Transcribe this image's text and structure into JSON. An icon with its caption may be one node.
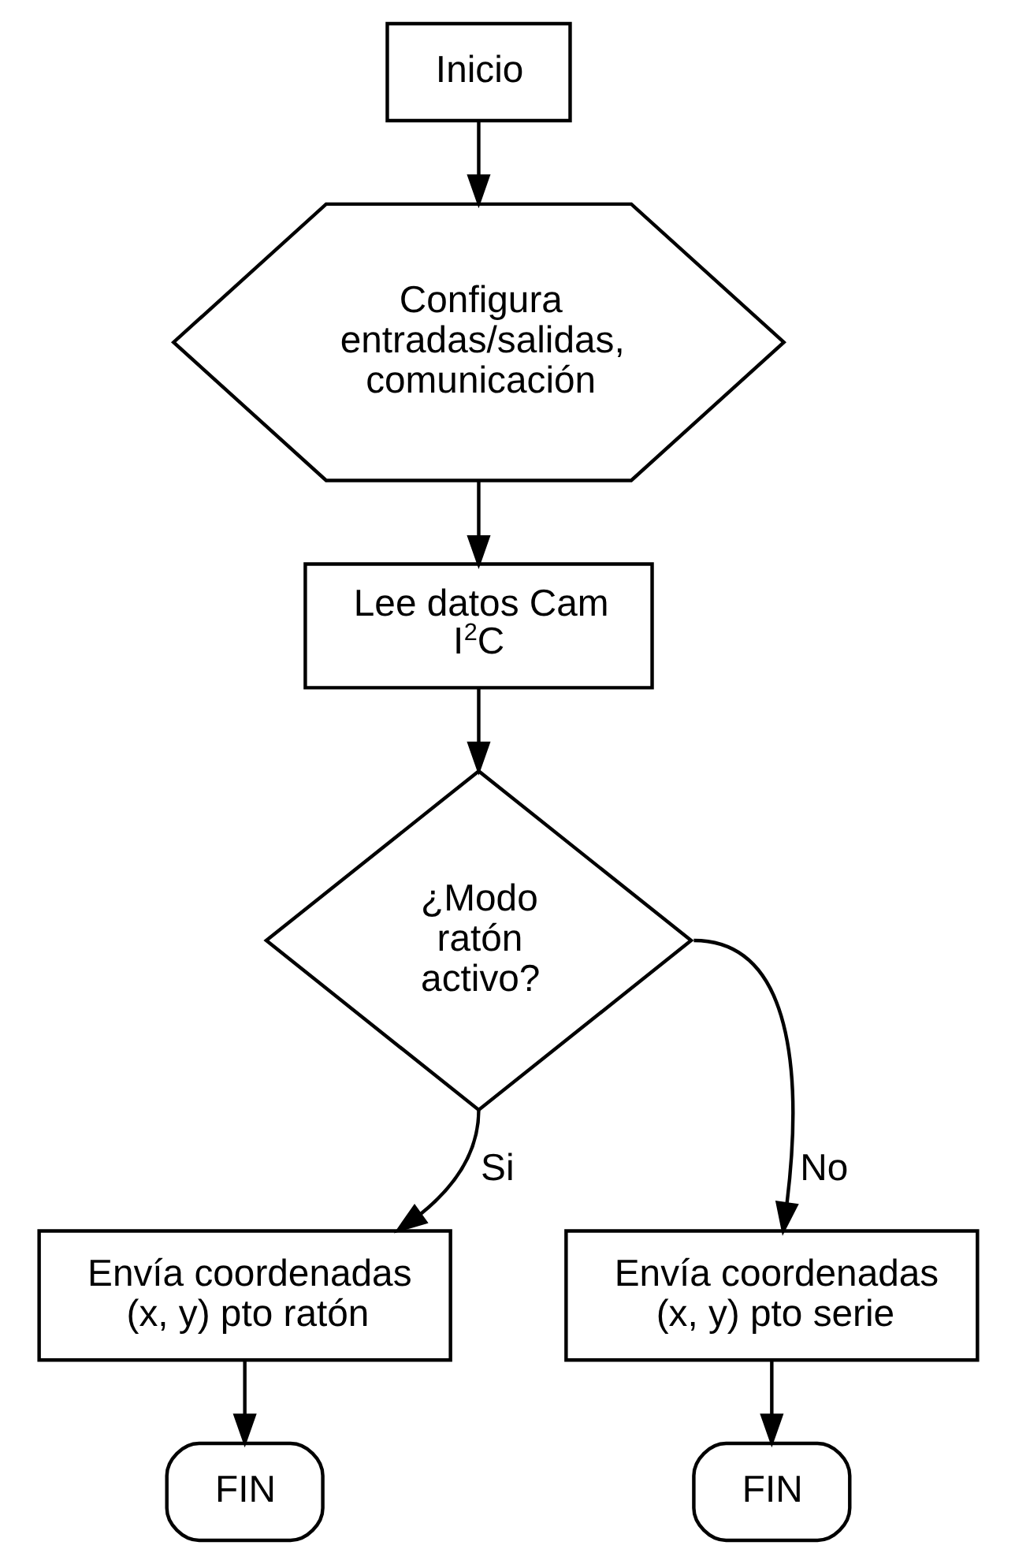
{
  "diagram": {
    "nodes": [
      {
        "text": [
          "Inicio"
        ]
      },
      {
        "text": [
          "Configura entradas/salidas, comunicación"
        ]
      },
      {
        "text": [
          "Lee datos Cam I$^{2}$C"
        ]
      },
      {
        "text": [
          "¿Modo ratón activo?"
        ]
      },
      {
        "text": [
          "Envía coordenadas (x, y) pto ratón"
        ]
      },
      {
        "text": [
          "FIN"
        ]
      },
      {
        "text": [
          "Envía coordenadas (x, y) pto serie"
        ]
      },
      {
        "text": [
          "FIN"
        ]
      }
    ],
    "edges": [
      {
        "from": 0,
        "to": 1,
        "arrow": "to"
      },
      {
        "from": 1,
        "to": 2,
        "arrow": "to"
      },
      {
        "from": 2,
        "to": 3,
        "arrow": "to"
      },
      {
        "from": 3,
        "to": 4,
        "arrow": "to",
        "label": "Si"
      },
      {
        "from": 4,
        "to": 5,
        "arrow": "to"
      },
      {
        "from": 3,
        "to": 6,
        "arrow": "to",
        "label": "No"
      },
      {
        "from": 6,
        "to": 7,
        "arrow": "to"
      }
    ]
  }
}
